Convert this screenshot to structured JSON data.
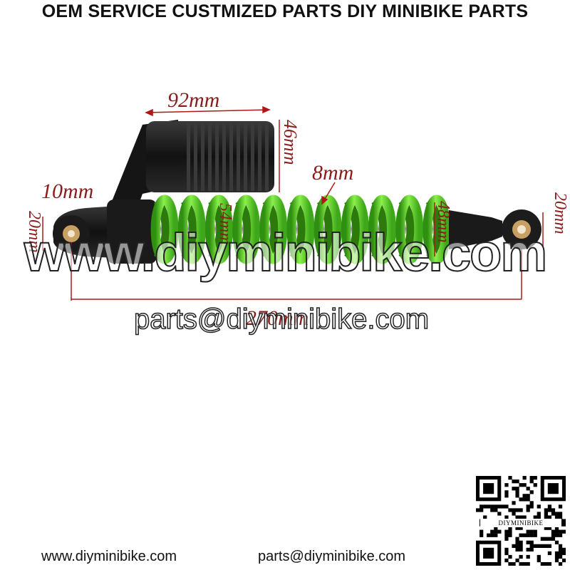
{
  "header": {
    "title": "OEM SERVICE CUSTMIZED PARTS DIY MINIBIKE PARTS"
  },
  "dimensions": {
    "width_top": "92mm",
    "height_reservoir": "46mm",
    "wire_thickness": "8mm",
    "bushing_inner": "10mm",
    "eye_left": "20mm",
    "eye_right": "20mm",
    "spring_outer": "54mm",
    "spring_inner": "48mm",
    "overall_length": "270mm"
  },
  "watermark": {
    "site": "www.diyminibike.com",
    "email": "parts@diyminibike.com"
  },
  "footer": {
    "website": "www.diyminibike.com",
    "email": "parts@diyminibike.com"
  },
  "qr": {
    "brand": "DIYMINIBIKE"
  },
  "colors": {
    "spring": "#6ee02c",
    "body": "#161616",
    "dimension": "#b01818",
    "bushing": "#c9a064"
  },
  "icons": {
    "qr": "qr-code-icon"
  }
}
